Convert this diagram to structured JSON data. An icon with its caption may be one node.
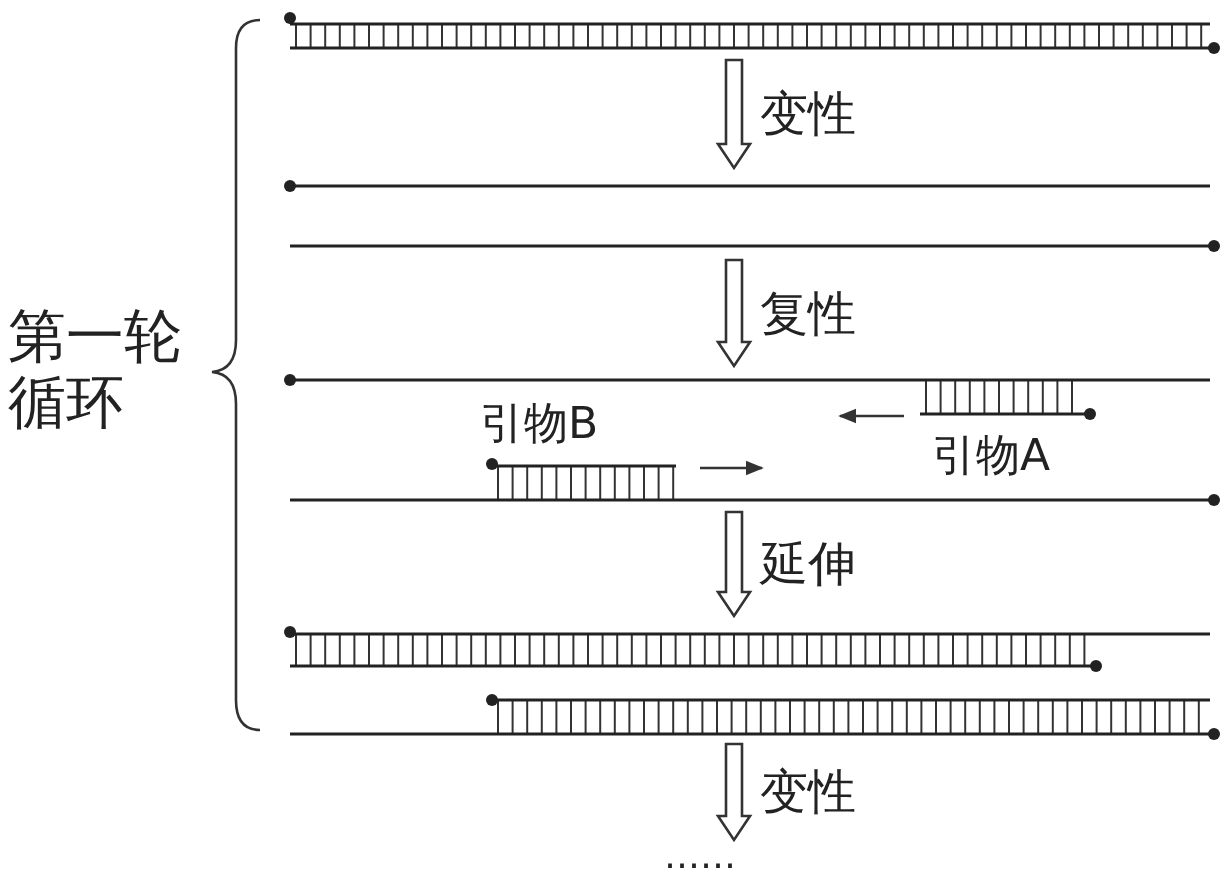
{
  "diagram": {
    "nodes": [
      {
        "text": [],
        "shape": "picture"
      },
      {
        "text": [],
        "shape": "picture"
      },
      {
        "text": [],
        "shape": "picture"
      },
      {
        "text": [],
        "shape": "picture"
      },
      {
        "text": [
          "……"
        ]
      }
    ],
    "edges": [
      {
        "from": 0,
        "to": 1,
        "arrow": "to",
        "label": "变性"
      },
      {
        "from": 1,
        "to": 2,
        "arrow": "to",
        "label": "复性"
      },
      {
        "from": 2,
        "to": 3,
        "arrow": "to",
        "label": "延伸"
      },
      {
        "from": 3,
        "to": 4,
        "arrow": "to",
        "label": "变性"
      }
    ],
    "labels": [
      "第一轮循环",
      "引物B",
      "引物A"
    ]
  }
}
